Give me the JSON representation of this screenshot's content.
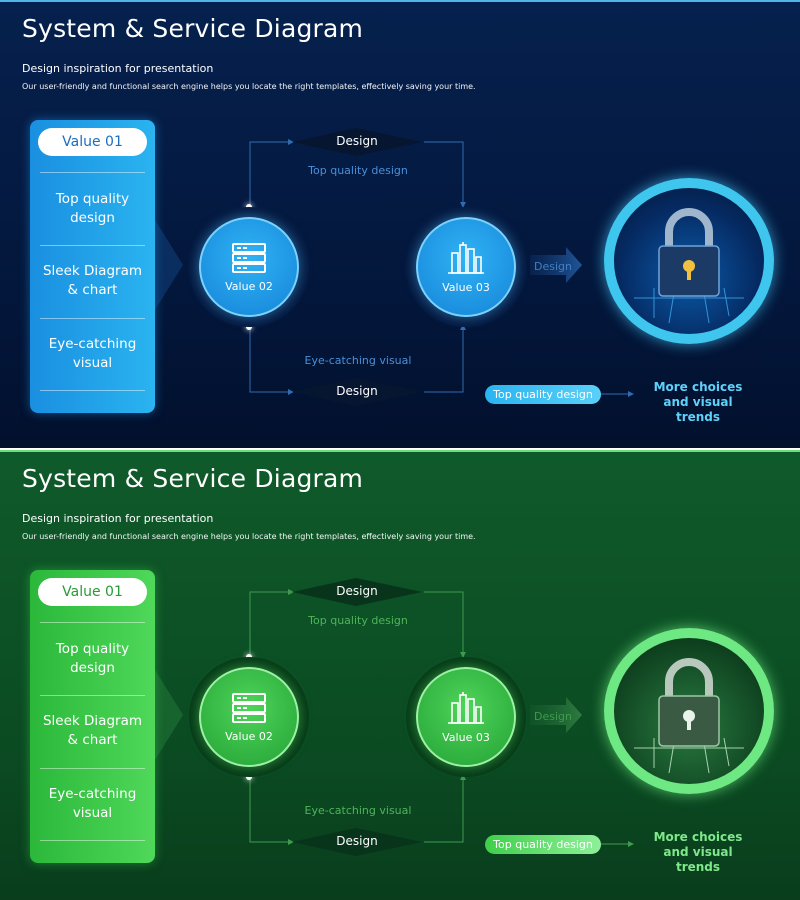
{
  "header": {
    "title": "System & Service Diagram",
    "subtitle": "Design inspiration for presentation",
    "description": "Our user-friendly and functional search engine helps you locate the right templates, effectively saving your time."
  },
  "panel": {
    "pill_label": "Value 01",
    "items": [
      {
        "line1": "Top quality",
        "line2": "design"
      },
      {
        "line1": "Sleek Diagram",
        "line2": "& chart"
      },
      {
        "line1": "Eye-catching",
        "line2": "visual"
      }
    ]
  },
  "nodes": {
    "value2": {
      "label": "Value 02",
      "icon": "server-icon"
    },
    "value3": {
      "label": "Value 03",
      "icon": "buildings-icon"
    }
  },
  "flow": {
    "top_diamond": "Design",
    "top_caption": "Top quality design",
    "bottom_diamond": "Design",
    "bottom_caption": "Eye-catching visual",
    "arrow_label": "Design",
    "pill_label": "Top quality design"
  },
  "callout": {
    "line1": "More choices",
    "line2": "and visual trends"
  },
  "lock_icon": "padlock-icon",
  "themes": {
    "blue": {
      "accent": "#2ab4f0",
      "background": "#06214e"
    },
    "green": {
      "accent": "#4fd85a",
      "background": "#0f5a2a"
    }
  }
}
